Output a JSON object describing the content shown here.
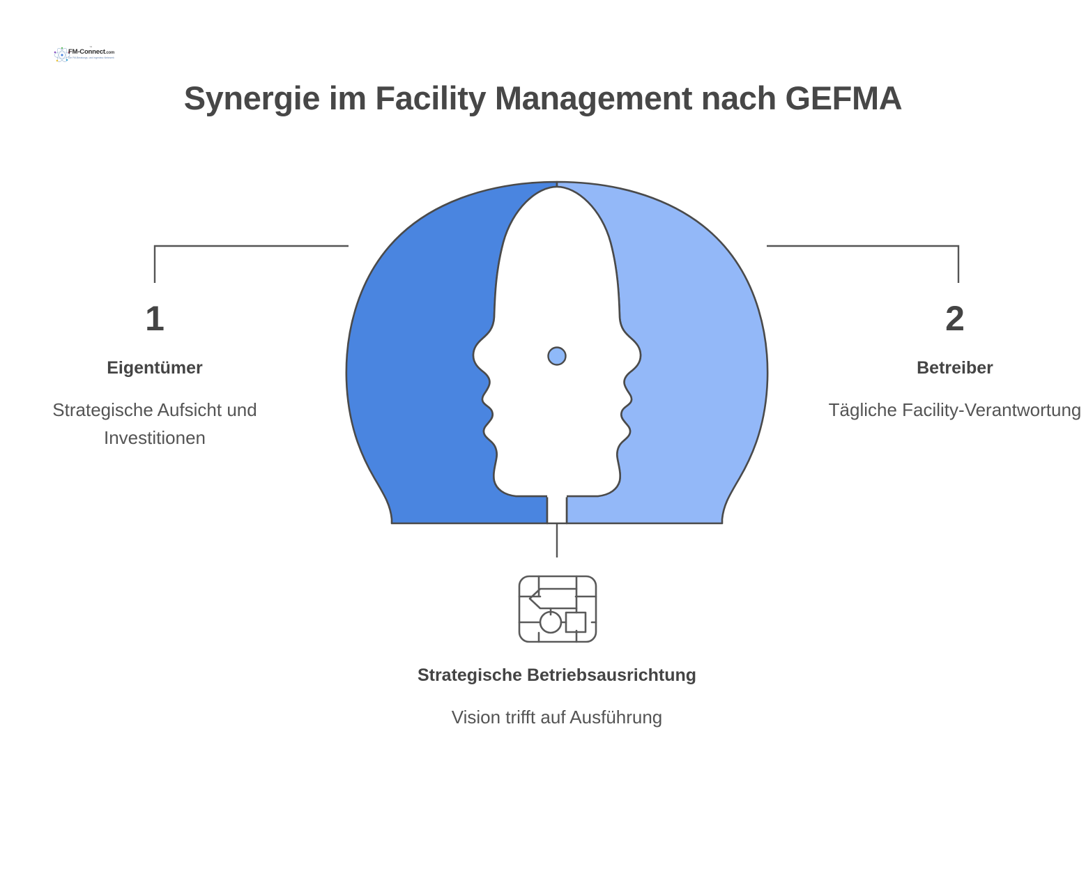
{
  "logo": {
    "name": "FM-Connect",
    "tld": ".com",
    "tagline": "Die FM-Beratungs- und Ingenieur-Netzwerk",
    "trademark": "™",
    "icon": "atom-network-icon"
  },
  "header": {
    "title": "Synergie im Facility Management nach GEFMA"
  },
  "left": {
    "number": "1",
    "heading": "Eigentümer",
    "description": "Strategische Aufsicht und Investitionen"
  },
  "right": {
    "number": "2",
    "heading": "Betreiber",
    "description": "Tägliche Facility-Verantwortung"
  },
  "bottom": {
    "heading": "Strategische Betriebsausrichtung",
    "description": "Vision trifft auf Ausführung",
    "icon": "process-flow-diagram-icon"
  },
  "graphic": {
    "left_head_label": "Eigentümer-Kopf",
    "right_head_label": "Betreiber-Kopf",
    "center_faces_label": "Gespiegelte Gesichtsprofile",
    "connector_dot_label": "Verbindungspunkt"
  },
  "colors": {
    "background": "#ffffff",
    "head_left_fill": "#4a85e0",
    "head_right_fill": "#93b8f8",
    "outline": "#4a4a4a",
    "dot_fill": "#8fb9f9",
    "title_text": "#474747",
    "heading_text": "#444444",
    "body_text": "#545454",
    "connector_line": "#555555",
    "icon_stroke": "#5a5a5a"
  }
}
